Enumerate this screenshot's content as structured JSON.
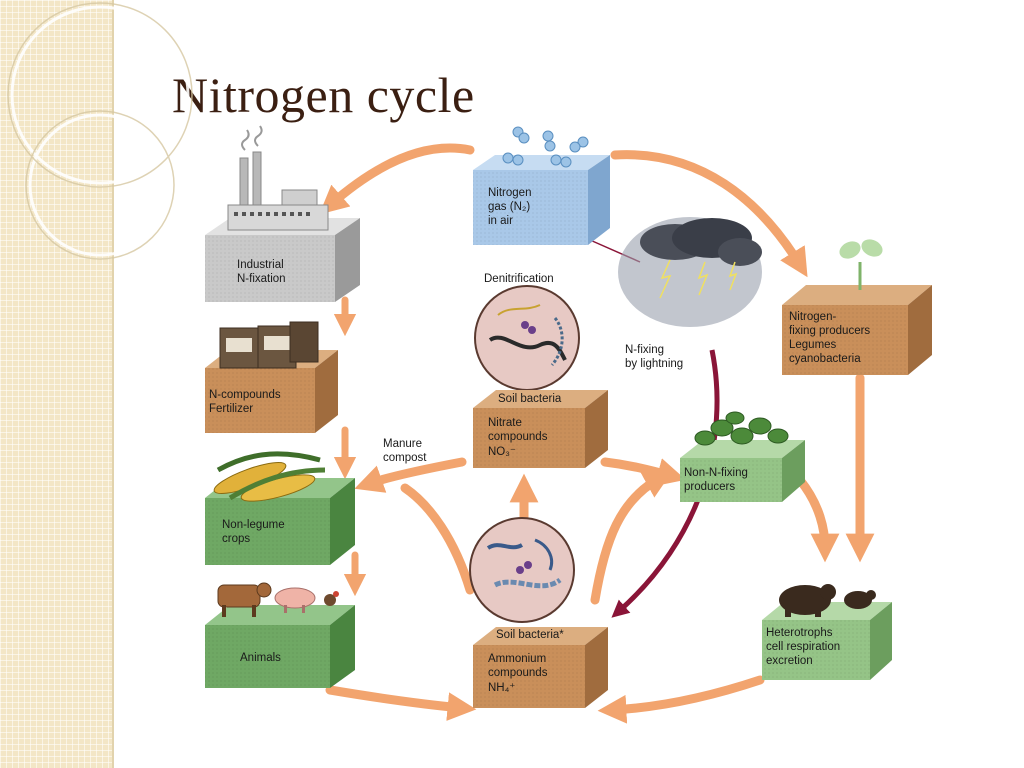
{
  "slide": {
    "title": "Nitrogen cycle"
  },
  "diagram": {
    "nodes": {
      "nitrogen_gas": {
        "lines": [
          "Nitrogen",
          "gas (N₂)",
          "in air"
        ]
      },
      "industrial": {
        "lines": [
          "Industrial",
          "N-fixation"
        ]
      },
      "n_compounds": {
        "lines": [
          "N-compounds",
          "Fertilizer"
        ]
      },
      "non_legume": {
        "lines": [
          "Non-legume",
          "crops"
        ]
      },
      "animals": {
        "lines": [
          "Animals"
        ]
      },
      "nitrogen_fixing": {
        "lines": [
          "Nitrogen-",
          "fixing producers",
          "Legumes",
          "cyanobacteria"
        ]
      },
      "nitrate": {
        "lines": [
          "Nitrate",
          "compounds",
          "NO₃⁻"
        ]
      },
      "non_n_fixing": {
        "lines": [
          "Non-N-fixing",
          "producers"
        ]
      },
      "ammonium": {
        "lines": [
          "Ammonium",
          "compounds",
          "NH₄⁺"
        ]
      },
      "heterotrophs": {
        "lines": [
          "Heterotrophs",
          "cell respiration",
          "excretion"
        ]
      }
    },
    "labels": {
      "denitrification": "Denitrification",
      "soil_bacteria_top": "Soil bacteria",
      "soil_bacteria_bottom": "Soil bacteria*",
      "manure": [
        "Manure",
        "compost"
      ],
      "lightning": [
        "N-fixing",
        "by lightning"
      ]
    },
    "colors": {
      "arrow": "#f2a46e",
      "lightning_arrow": "#8a1538",
      "gray_box": "#c9c9c9",
      "blue_box": "#a9c8e8",
      "brown_box": "#c98f5a",
      "green_box": "#6fa864",
      "title": "#3b1f12"
    },
    "icons": [
      "factory-icon",
      "n2-molecules-icon",
      "fertilizer-bags-icon",
      "corn-icon",
      "farm-animals-icon",
      "sprout-icon",
      "storm-cloud-icon",
      "bacteria-icon",
      "plants-icon",
      "bears-icon"
    ]
  }
}
